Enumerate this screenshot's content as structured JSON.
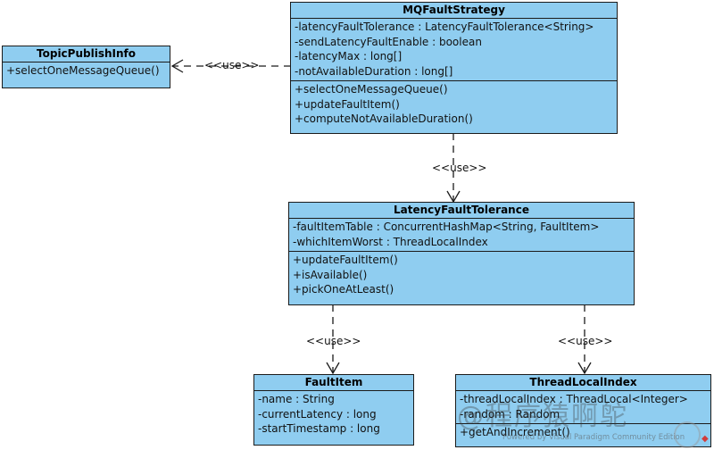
{
  "classes": {
    "mq": {
      "name": "MQFaultStrategy",
      "attributes": [
        "-latencyFaultTolerance : LatencyFaultTolerance<String>",
        "-sendLatencyFaultEnable : boolean",
        "-latencyMax : long[]",
        "-notAvailableDuration : long[]"
      ],
      "operations": [
        "+selectOneMessageQueue()",
        "+updateFaultItem()",
        "+computeNotAvailableDuration()"
      ]
    },
    "tpi": {
      "name": "TopicPublishInfo",
      "attributes": [],
      "operations": [
        "+selectOneMessageQueue()"
      ]
    },
    "lft": {
      "name": "LatencyFaultTolerance",
      "attributes": [
        "-faultItemTable : ConcurrentHashMap<String, FaultItem>",
        "-whichItemWorst : ThreadLocalIndex"
      ],
      "operations": [
        "+updateFaultItem()",
        "+isAvailable()",
        "+pickOneAtLeast()"
      ]
    },
    "fi": {
      "name": "FaultItem",
      "attributes": [
        "-name : String",
        "-currentLatency : long",
        "-startTimestamp : long"
      ],
      "operations": []
    },
    "tli": {
      "name": "ThreadLocalIndex",
      "attributes": [
        "-threadLocalIndex : ThreadLocal<Integer>",
        "-random : Random"
      ],
      "operations": [
        "+getAndIncrement()"
      ]
    }
  },
  "relations": [
    {
      "from": "mq",
      "to": "tpi",
      "label": "<<use>>"
    },
    {
      "from": "mq",
      "to": "lft",
      "label": "<<use>>"
    },
    {
      "from": "lft",
      "to": "fi",
      "label": "<<use>>"
    },
    {
      "from": "lft",
      "to": "tli",
      "label": "<<use>>"
    }
  ],
  "watermark": {
    "name": "@程序猿啊鸵",
    "credit": "Powered by Visual Paradigm Community Edition"
  },
  "colors": {
    "class_fill": "#8fcdf0",
    "class_border": "#1b1b1b",
    "edge": "#1b1b1b"
  }
}
